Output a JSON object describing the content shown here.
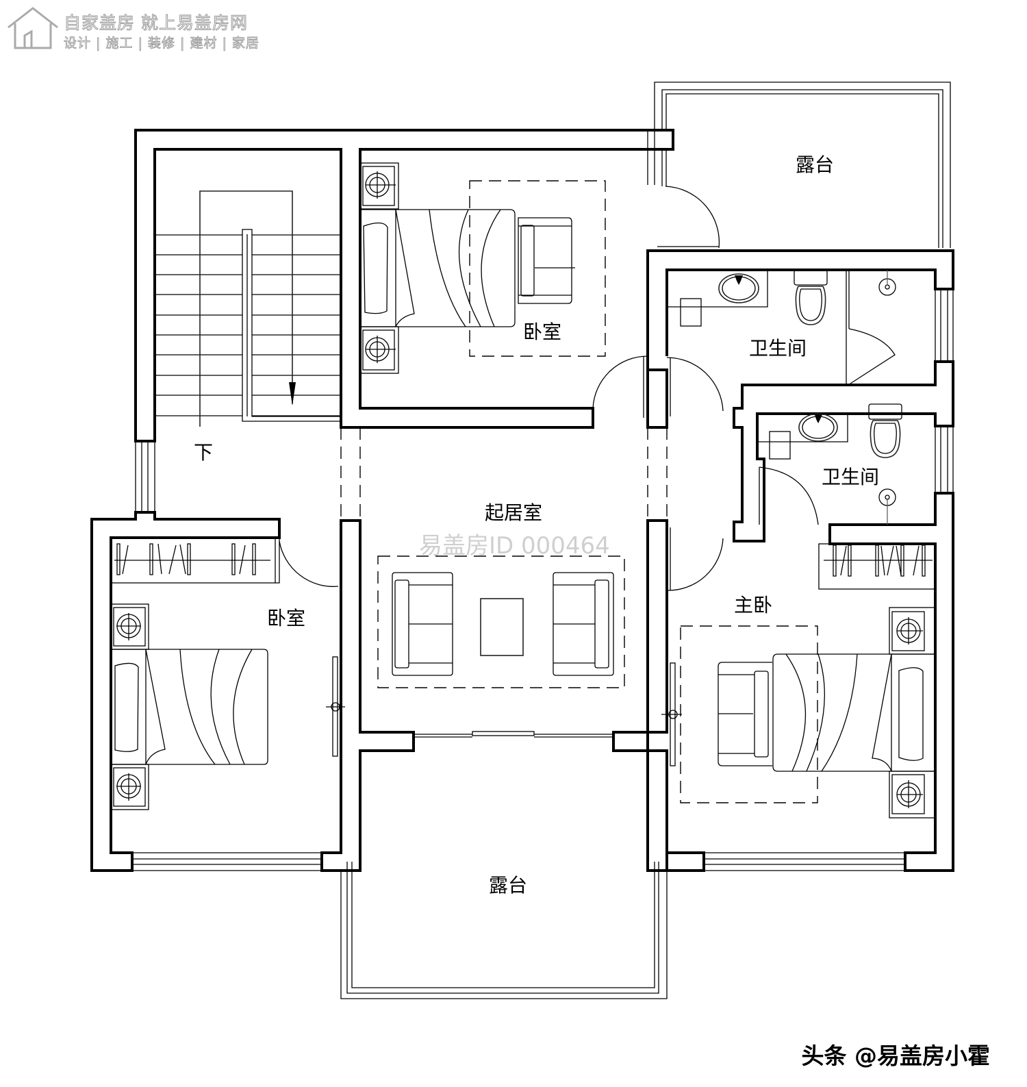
{
  "branding": {
    "logo_icon": "house-icon",
    "line1": "自家盖房 就上易盖房网",
    "line2": "设计 | 施工 | 装修 | 建材 | 家居"
  },
  "watermark": "易盖房ID 000464",
  "credit": "头条 @易盖房小霍",
  "rooms": {
    "terrace_top": "露台",
    "bedroom_north": "卧室",
    "bathroom_1": "卫生间",
    "bathroom_2": "卫生间",
    "stair_down": "下",
    "living_room": "起居室",
    "bedroom_west": "卧室",
    "master_bedroom": "主卧",
    "terrace_bottom": "露台"
  },
  "colors": {
    "wall": "#000000",
    "background": "#ffffff",
    "watermark": "#cfcfcf"
  }
}
